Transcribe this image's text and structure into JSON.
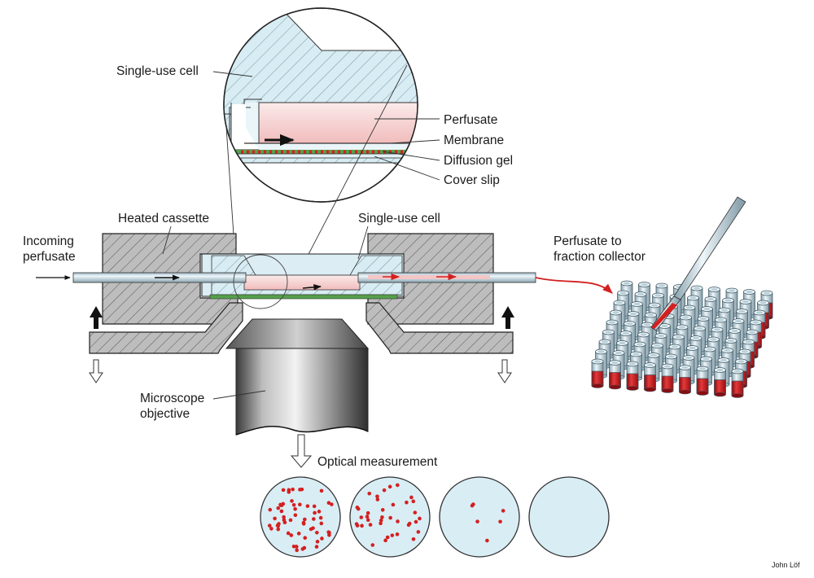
{
  "labels": {
    "single_use_cell_top": "Single-use cell",
    "perfusate": "Perfusate",
    "membrane": "Membrane",
    "diffusion_gel": "Diffusion gel",
    "cover_slip": "Cover slip",
    "heated_cassette": "Heated cassette",
    "single_use_cell_mid": "Single-use cell",
    "incoming_perfusate_1": "Incoming",
    "incoming_perfusate_2": "perfusate",
    "perfusate_to_1": "Perfusate to",
    "perfusate_to_2": "fraction collector",
    "microscope_1": "Microscope",
    "microscope_2": "objective",
    "optical_measurement": "Optical measurement",
    "credit": "John Löf"
  },
  "colors": {
    "cassette_fill": "#b9b9b9",
    "cell_fill": "#d6eaf2",
    "perfusate_fill": "#f7d6d6",
    "perfusate_red": "#d42020",
    "gel_green": "#55a04a",
    "dish_fill": "#d9edf5",
    "vial_red": "#c8141a"
  },
  "optical_dishes": [
    {
      "density": "high"
    },
    {
      "density": "medium"
    },
    {
      "density": "low"
    },
    {
      "density": "none"
    }
  ]
}
